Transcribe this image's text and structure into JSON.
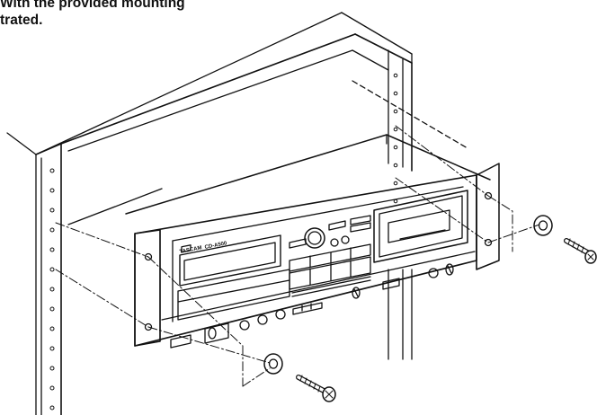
{
  "caption": {
    "line1": "With the provided mounting",
    "line2": "trated."
  },
  "unit": {
    "brand": "TASCAM",
    "model": "CD-A500"
  },
  "colors": {
    "ink": "#111111",
    "paper": "#ffffff"
  }
}
